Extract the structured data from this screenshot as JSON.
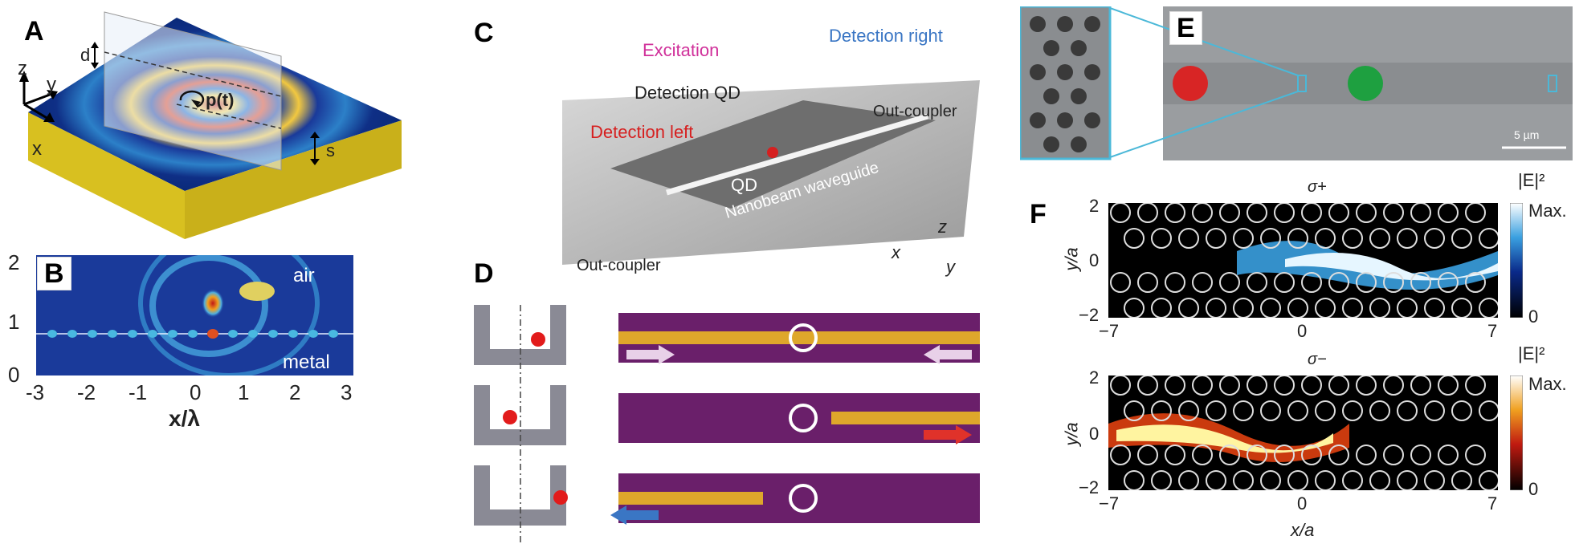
{
  "panels": {
    "A": {
      "letter": "A",
      "axis_z": "z",
      "axis_y": "y",
      "axis_x": "x",
      "label_d": "d",
      "label_s": "s",
      "label_p": "p(t)"
    },
    "B": {
      "letter": "B",
      "region_air": "air",
      "region_metal": "metal",
      "xlabel": "x/λ",
      "x_ticks": [
        "-3",
        "-2",
        "-1",
        "0",
        "1",
        "2",
        "3"
      ],
      "y_ticks": [
        "2",
        "1",
        "0"
      ]
    },
    "C": {
      "letter": "C",
      "excitation": "Excitation",
      "detection_right": "Detection right",
      "detection_qd": "Detection QD",
      "detection_left": "Detection left",
      "out_coupler_top": "Out-coupler",
      "out_coupler_bottom": "Out-coupler",
      "qd": "QD",
      "nanobeam": "Nanobeam waveguide",
      "axis_z": "z",
      "axis_x": "x",
      "axis_y": "y"
    },
    "D": {
      "letter": "D"
    },
    "E": {
      "letter": "E",
      "scalebar": "5 µm"
    },
    "F": {
      "letter": "F",
      "top_title": "σ+",
      "bottom_title": "σ−",
      "colorbar_label": "|E|²",
      "colorbar_max": "Max.",
      "colorbar_min": "0",
      "ylabel": "y/a",
      "xlabel": "x/a",
      "y_ticks": [
        "2",
        "0",
        "−2"
      ],
      "x_ticks": [
        "−7",
        "0",
        "7"
      ]
    }
  },
  "colors": {
    "field_blue": "#0a2a7a",
    "metal_yellow": "#d9c21a",
    "waveguide_purple": "#6a1f6a",
    "red_arrow": "#e0322a",
    "blue_arrow": "#3a76c4"
  }
}
